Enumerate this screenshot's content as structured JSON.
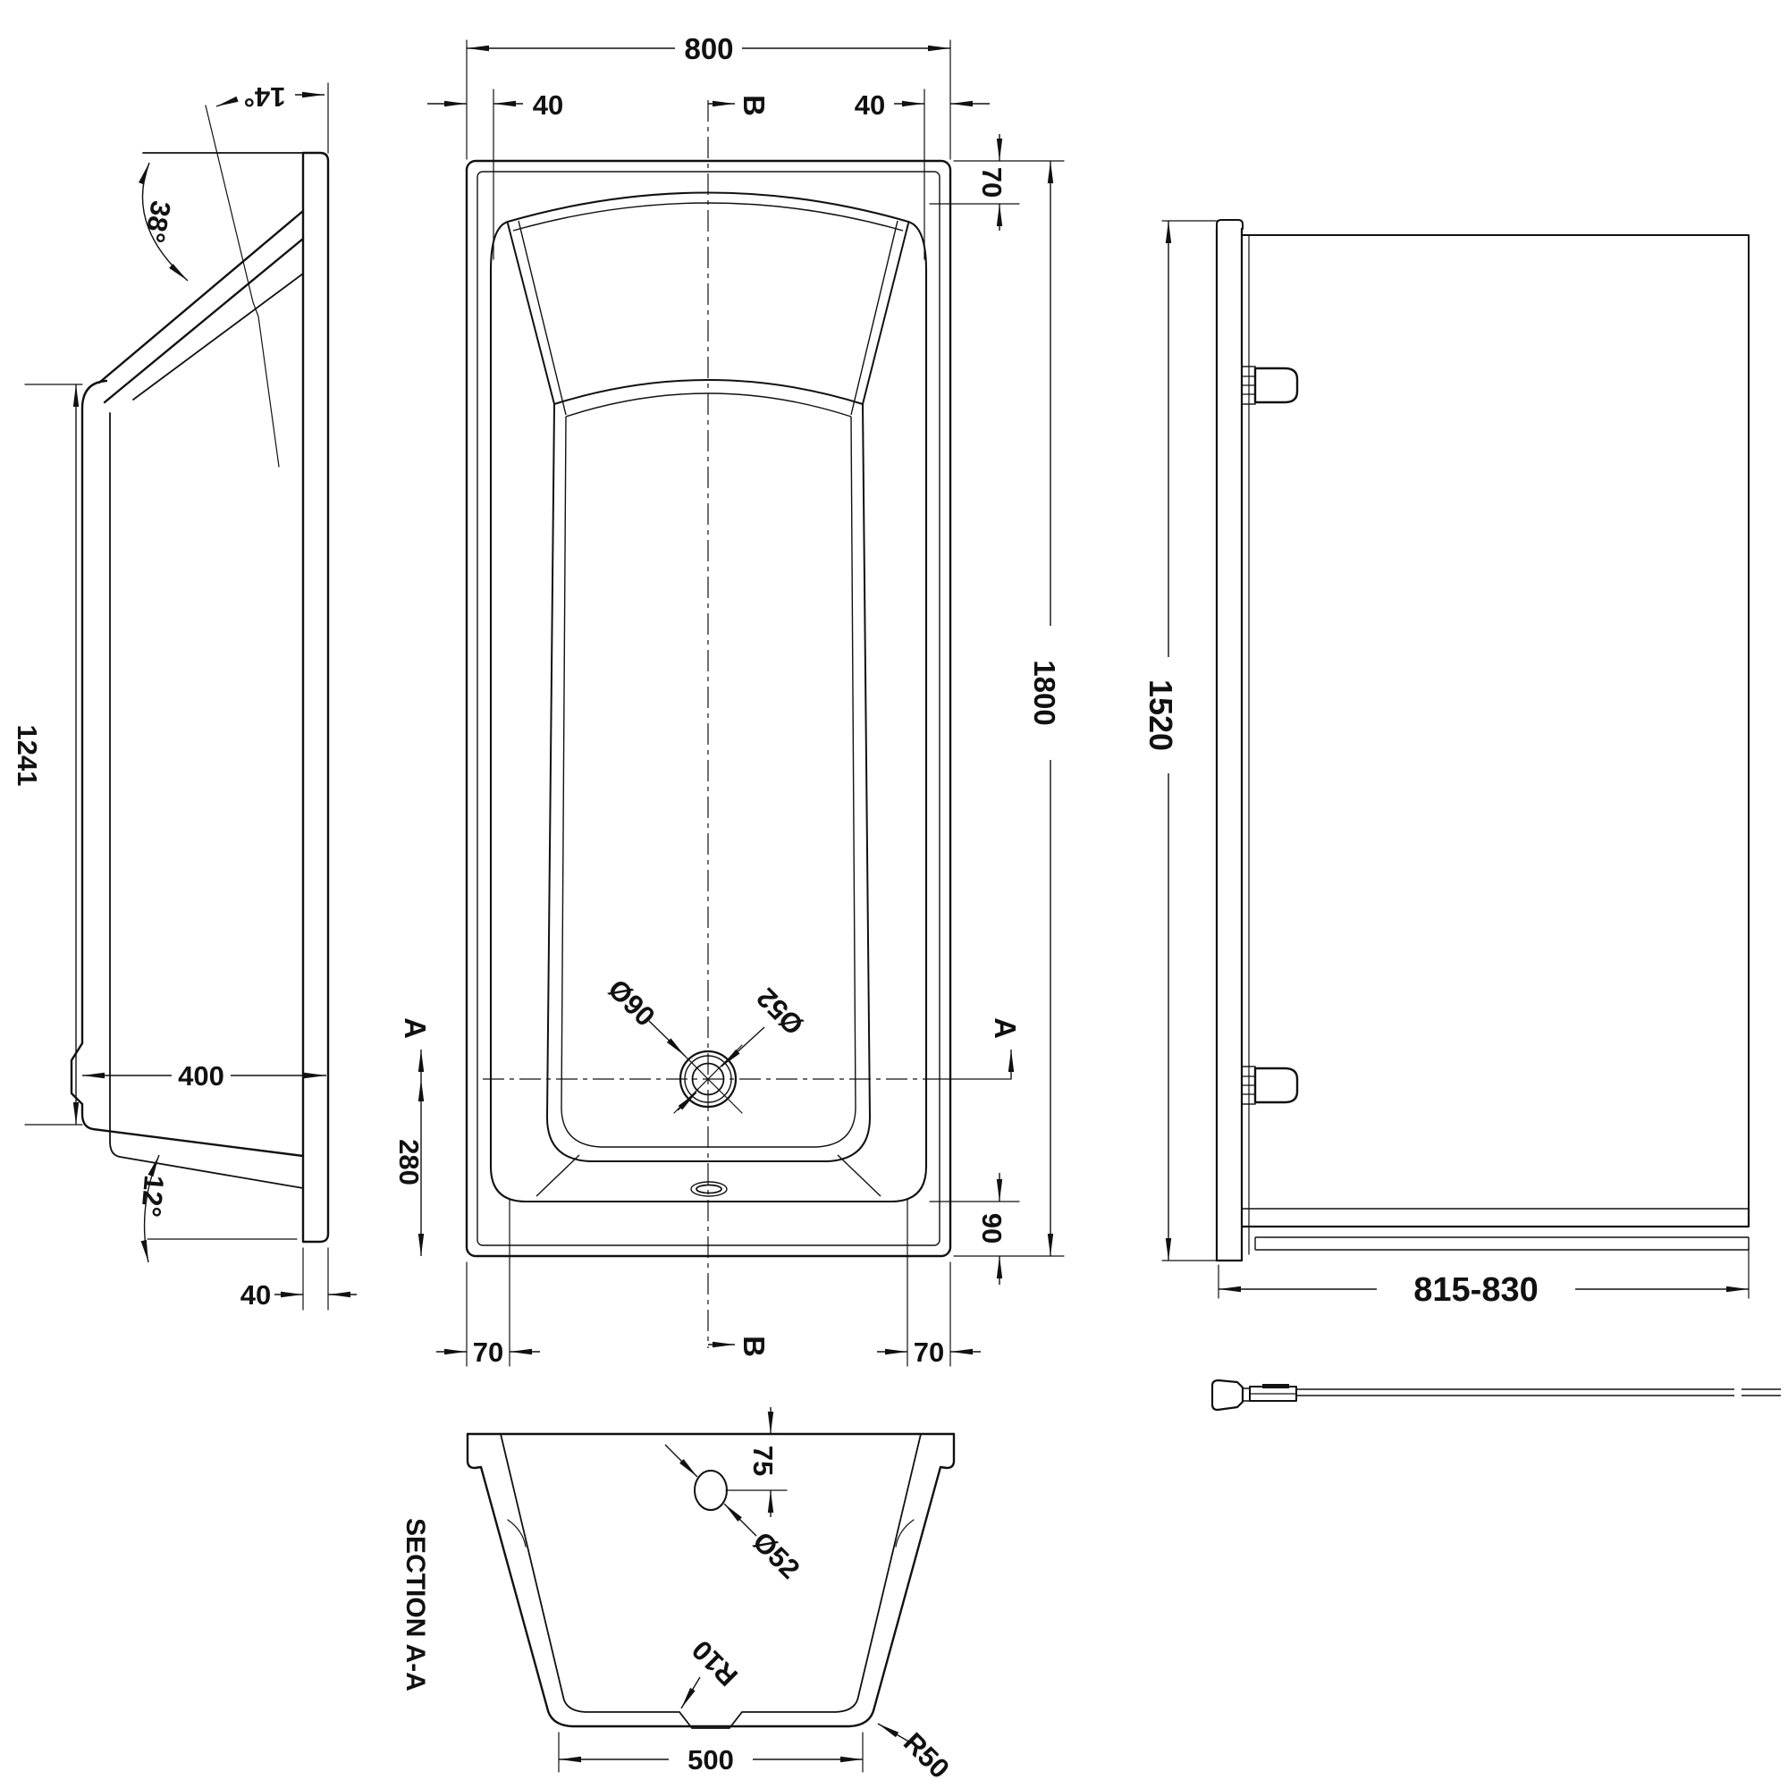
{
  "drawing": {
    "type": "bath-and-screen-technical-drawing",
    "background": "#ffffff",
    "line_color": "#111111",
    "side": {
      "name": "side-longitudinal-section",
      "angle_wall": "14°",
      "angle_backrest": "38°",
      "angle_base": "12°",
      "dim_height": "1241",
      "dim_depth": "400",
      "dim_thickness": "40"
    },
    "plan": {
      "name": "bath-plan-view",
      "dim_width": "800",
      "dim_rim_left": "40",
      "dim_rim_right": "40",
      "dim_rim_head": "70",
      "dim_length": "1800",
      "dim_rim_foot": "90",
      "dim_drain": "280",
      "dim_foot_left": "70",
      "dim_foot_right": "70",
      "label_drain_outer": "Ø90",
      "label_drain_inner": "Ø52",
      "marker_a": "A",
      "marker_b": "B"
    },
    "screen": {
      "name": "bath-screen-front-view",
      "dim_height": "1520",
      "dim_width": "815-830"
    },
    "section": {
      "name": "section-a-a-view",
      "title": "SECTION A-A",
      "dim_overflow": "75",
      "label_overflow": "Ø52",
      "label_r_inner": "R10",
      "label_r_outer": "R50",
      "dim_base": "500"
    }
  }
}
